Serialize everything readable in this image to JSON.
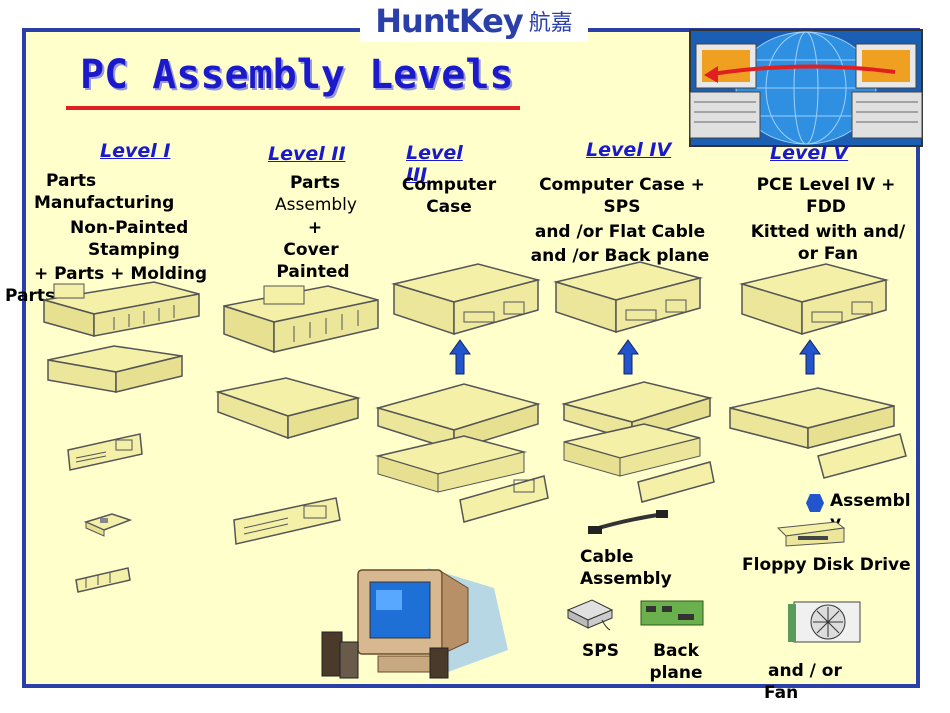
{
  "header": {
    "brand": "HuntKey",
    "brand_cn": "航嘉"
  },
  "title": "PC Assembly Levels",
  "levels": [
    {
      "label": "Level  I",
      "lines": [
        "Parts",
        "Manufacturing",
        "Non-Painted",
        "Stamping",
        "+ Parts + Molding",
        "Parts"
      ]
    },
    {
      "label": "Level  II",
      "lines": [
        "Parts",
        "Assembly",
        "+",
        "Cover",
        "Painted"
      ]
    },
    {
      "label": "Level",
      "label2": "III",
      "lines": [
        "Computer",
        "Case"
      ]
    },
    {
      "label": "Level  IV",
      "lines": [
        "Computer Case +",
        "SPS",
        "and /or Flat  Cable",
        "and /or Back plane"
      ]
    },
    {
      "label": "Level   V",
      "lines": [
        "PCE Level IV +",
        "FDD",
        "Kitted  with and/",
        "or  Fan"
      ]
    }
  ],
  "components": {
    "cable": [
      "Cable",
      "Assembly"
    ],
    "sps": "SPS",
    "backplane": [
      "Back",
      "plane"
    ],
    "assembly": [
      "Assembl",
      "y"
    ],
    "fdd": "Floppy Disk Drive",
    "fan": [
      "and / or",
      "Fan"
    ]
  },
  "colors": {
    "frame": "#2b3fa8",
    "background": "#ffffcc",
    "title": "#1a1acc",
    "underline": "#e02020",
    "arrow": "#2255cc",
    "part": "#f4f0a8"
  }
}
